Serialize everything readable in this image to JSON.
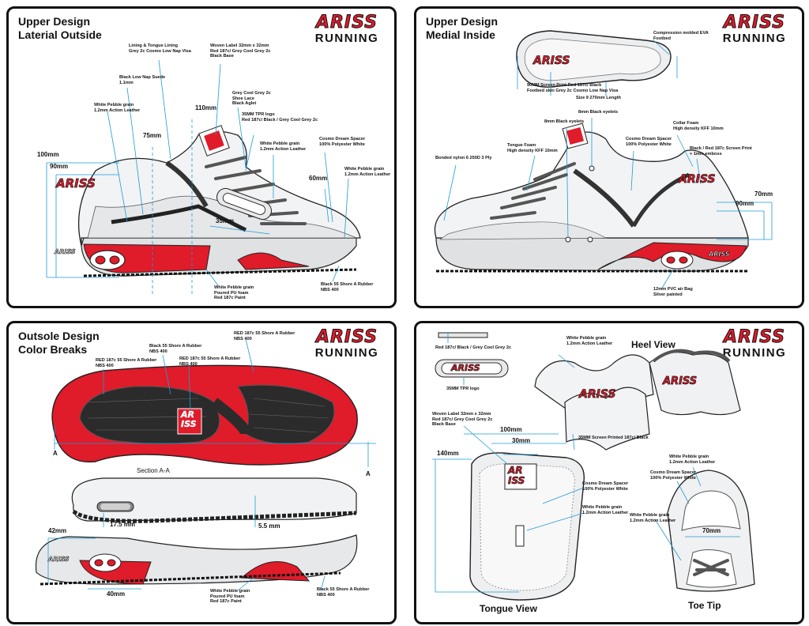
{
  "brand": {
    "logo": "ARISS",
    "running": "RUNNING"
  },
  "panel1": {
    "title1": "Upper Design",
    "title2": "Laterial Outside",
    "n_lining": "Lining & Tongue Lining\nGrey 2c Cosmo Low Nap Visa",
    "n_woven": "Woven Label 32mm x 32mm\nRed 187c/ Grey Cool Grey 2c\nBlack Base",
    "n_suede": "Black Low Nap Suede\n1.1mm",
    "n_lace": "Grey Cool Grey 2c\nShoe Lace\nBlack Aglet",
    "n_tpr": "35MM TPR logo\nRed 187c/ Black / Grey Cool Grey 2c",
    "n_wpg1": "White Pebble grain\n1.2mm Action Leather",
    "n_wpg2": "White Pebble grain\n1.2mm Action Leather",
    "n_cosmo": "Cosmo Dream Spacer\n100% Polyester White",
    "n_wpg3": "White Pebble grain\n1.2mm Action Leather",
    "n_pu": "White Pebble grain\nPoured PU foam\nRed 187c Paint",
    "n_rubber": "Black 55 Shore A Rubber\nNBS 400",
    "d_110": "110mm",
    "d_75": "75mm",
    "d_100": "100mm",
    "d_90": "90mm",
    "d_60": "60mm",
    "d_35": "35mm"
  },
  "panel2": {
    "title1": "Upper Design",
    "title2": "Medial Inside",
    "n_eva": "Compression molded EVA\nFootbed",
    "n_print": "90MM Screen Print Red 187c/ Black\nFootbed skin Grey 2c Cosmo Low Nap Visa",
    "n_size": "Size 9  270mm  Length",
    "n_eyelet1": "8mm Black eyelets",
    "n_eyelet2": "8mm Black eyelets",
    "n_collar": "Collar Foam\nHigh density KFF 10mm",
    "n_tongue": "Tongue Foam\nHigh density KFF 10mm",
    "n_cosmo": "Cosmo Dream Spacer\n100% Polyester White",
    "n_screen": "Black / Red 187c Screen Print\n+ 1mm emboss",
    "n_nylon": "Bonded nylon 6  250D  3 Ply",
    "n_air": "12mm PVC air Bag\nSilver painted",
    "d_70": "70mm",
    "d_90": "90mm"
  },
  "panel3": {
    "title1": "Outsole Design",
    "title2": "Color Breaks",
    "n_red1": "RED 187c  55 Shore A Rubber\nNBS 400",
    "n_black": "Black 55 Shore A Rubber\nNBS 400",
    "n_red2": "RED 187c  55 Shore A Rubber\nNBS 400",
    "n_red3": "RED 187c  55 Shore A Rubber\nNBS 400",
    "section": "Section A-A",
    "a_left": "A",
    "a_right": "A",
    "d_175": "17.5 mm",
    "d_55": "5.5 mm",
    "d_42": "42mm",
    "d_40": "40mm",
    "n_pu": "White Pebble grain\nPoured PU foam\nRed 187c Paint",
    "n_rubber": "Black 55 Shore A Rubber\nNBS 400",
    "sole_logo": "AR\nISS"
  },
  "panel4": {
    "n_redblack": "Red 187c/ Black / Grey Cool Grey 2c",
    "n_tpr": "35MM TPR logo",
    "heel_view": "Heel View",
    "n_wpg1": "White Pebble grain\n1.2mm Action Leather",
    "n_screen": "35MM Screen Printed 187c/ Black",
    "n_woven": "Woven Label 32mm x 32mm\nRed 187c/ Grey Cool Grey 2c\nBlack Base",
    "d_100": "100mm",
    "d_30": "30mm",
    "d_140": "140mm",
    "d_70": "70mm",
    "n_cosmo1": "Cosmo Dream Spacer\n100% Polyester White",
    "n_wpg2": "White Pebble grain\n1.2mm Action Leather",
    "n_wpg3": "White Pebble grain\n1.2mm Action Leather",
    "n_cosmo2": "Cosmo Dream Spacer\n100% Polyester White",
    "n_wpg4": "White Pebble grain\n1.2mm Action Leather",
    "tongue_view": "Tongue View",
    "toe_tip": "Toe Tip",
    "tongue_logo": "AR\nISS"
  }
}
